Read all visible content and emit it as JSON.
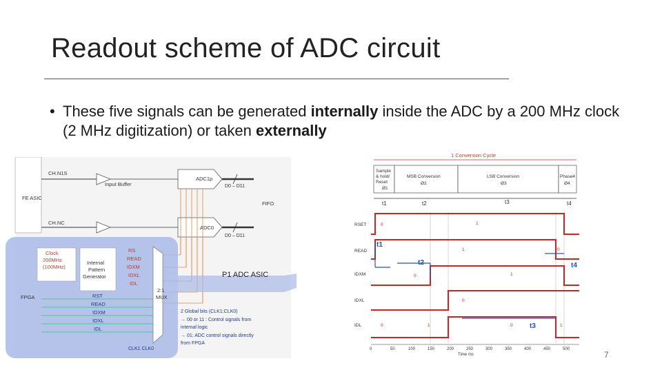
{
  "slide": {
    "title": "Readout scheme of ADC circuit",
    "bullet_pre": "These five signals can be generated ",
    "bullet_b1": "internally",
    "bullet_mid": " inside the ADC by a 200 MHz clock (2 MHz digitization) or taken ",
    "bullet_b2": "externally",
    "page_number": "7"
  },
  "left_diagram": {
    "signal_top": "CH.N1S",
    "signal_bottom": "CH.NC",
    "fe_asic": "FE ASIC",
    "input_buffer": "Input Buffer",
    "adc_top": "ADC1p",
    "adc_bottom": "ADC0",
    "bus_top": "D0 – D11",
    "bus_bottom": "D0 – D11",
    "fifo": "FIFO",
    "clock": "Clock 200MHz (100MHz)",
    "pattern_gen": "Internal Pattern Generator",
    "fpga": "FPGA",
    "gen_outputs": [
      "RS",
      "READ",
      "IDXM",
      "IDXL",
      "IDL"
    ],
    "ext_inputs": [
      "RST",
      "READ",
      "IDXM",
      "IDXL",
      "IDL"
    ],
    "mux": "2:1 MUX",
    "notes": [
      "2 Global bits (CLK1:CLK0)",
      "→ 00 or 11 : Control signals from internal logic",
      "→ 01: ADC control signals directly from FPGA"
    ],
    "clk": "CLK1 CLK0",
    "callout": "P1 ADC ASIC"
  },
  "timing": {
    "cycle": "1 Conversion Cycle",
    "phases": [
      {
        "name": "Sample & hold / Reset",
        "sym": "Ø1"
      },
      {
        "name": "MSB Conversion",
        "sym": "Ø2"
      },
      {
        "name": "LSB Conversion",
        "sym": "Ø3"
      },
      {
        "name": "Phase4",
        "sym": "Ø4"
      }
    ],
    "t_top": [
      "t1",
      "t2",
      "t3",
      "t4"
    ],
    "signals": [
      "RSET",
      "READ",
      "IDXM",
      "IDXL",
      "IDL"
    ],
    "marks": {
      "t1": "t1",
      "t2": "t2",
      "t3": "t3",
      "t4": "t4"
    },
    "xaxis": [
      "0",
      "50",
      "100",
      "150",
      "200",
      "250",
      "300",
      "350",
      "400",
      "450",
      "500"
    ],
    "xlabel": "Time /ns",
    "level_zero": "0",
    "level_one": "1"
  }
}
